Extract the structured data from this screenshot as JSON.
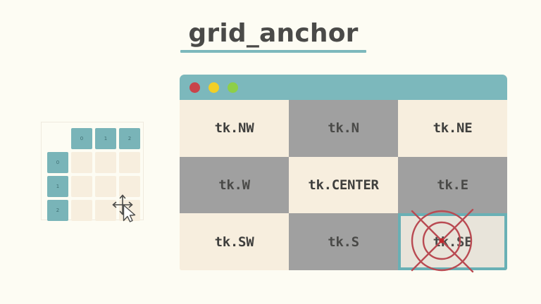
{
  "page": {
    "title": "grid_anchor",
    "background_color": "#fdfcf3",
    "title_color": "#4a4a48",
    "underline_color": "#7cb8bc"
  },
  "diagram": {
    "name": "grid-cells-illustration",
    "column_headers": [
      "0",
      "1",
      "2"
    ],
    "row_headers": [
      "0",
      "1",
      "2"
    ],
    "header_color": "#79b4b8",
    "cell_color": "#f7eede",
    "cursor_icon": "move-resize-cursor-icon"
  },
  "window": {
    "titlebar_color": "#7cb8bc",
    "buttons": [
      {
        "name": "close-button",
        "color": "#c9434a"
      },
      {
        "name": "minimize-button",
        "color": "#f2cf26"
      },
      {
        "name": "maximize-button",
        "color": "#8ecf48"
      }
    ],
    "grid": {
      "cream_color": "#f7eede",
      "gray_color": "#a0a0a0",
      "highlight_border_color": "#69b0b5",
      "highlight_fill_color": "#e8e4da",
      "cells": [
        {
          "label": "tk.NW",
          "style": "cream",
          "position": "north-west"
        },
        {
          "label": "tk.N",
          "style": "gray",
          "position": "north"
        },
        {
          "label": "tk.NE",
          "style": "cream",
          "position": "north-east"
        },
        {
          "label": "tk.W",
          "style": "gray",
          "position": "west"
        },
        {
          "label": "tk.CENTER",
          "style": "cream",
          "position": "center"
        },
        {
          "label": "tk.E",
          "style": "gray",
          "position": "east"
        },
        {
          "label": "tk.SW",
          "style": "cream",
          "position": "south-west"
        },
        {
          "label": "tk.S",
          "style": "gray",
          "position": "south"
        },
        {
          "label": "tk.SE",
          "style": "highlight",
          "position": "south-east"
        }
      ]
    }
  },
  "annotation": {
    "name": "crosshair-target-icon",
    "color": "#b94a52",
    "targets_cell": "tk.SE"
  }
}
